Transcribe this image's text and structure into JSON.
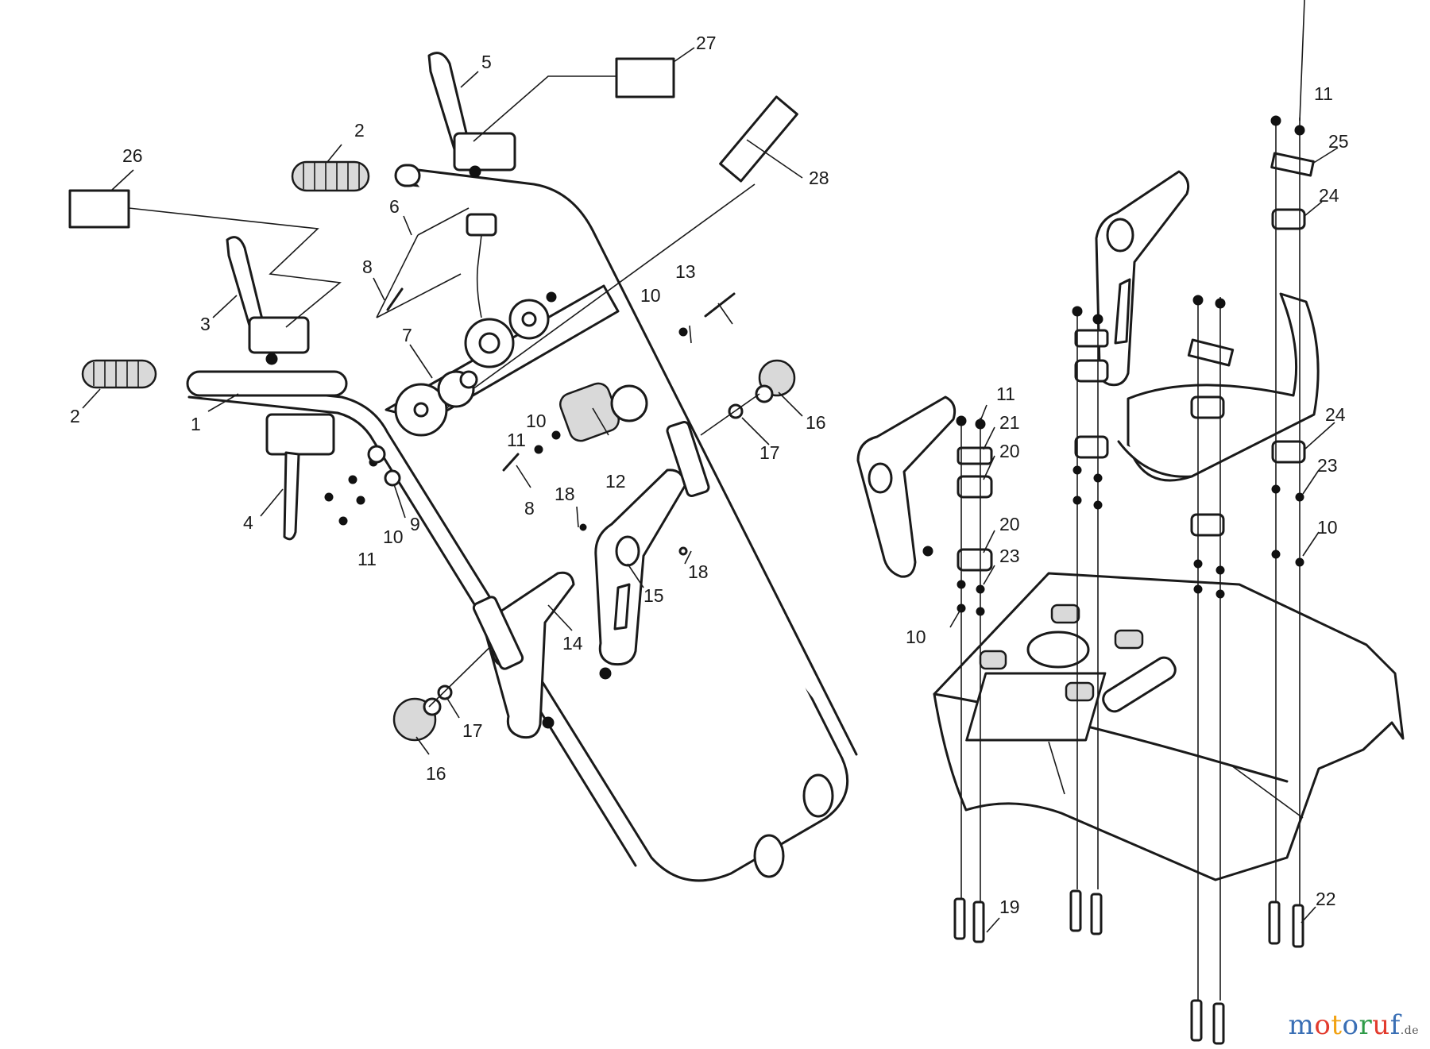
{
  "diagram": {
    "labels": {
      "l1": "1",
      "l2a": "2",
      "l2b": "2",
      "l3": "3",
      "l4": "4",
      "l5": "5",
      "l6": "6",
      "l7": "7",
      "l8a": "8",
      "l8b": "8",
      "l9": "9",
      "l10a": "10",
      "l10b": "10",
      "l10c": "10",
      "l10d": "10",
      "l10e": "10",
      "l11a": "11",
      "l11b": "11",
      "l11c": "11",
      "l11d": "11",
      "l12": "12",
      "l13": "13",
      "l14": "14",
      "l15": "15",
      "l16a": "16",
      "l16b": "16",
      "l17a": "17",
      "l17b": "17",
      "l18a": "18",
      "l18b": "18",
      "l19": "19",
      "l20a": "20",
      "l20b": "20",
      "l21": "21",
      "l22": "22",
      "l23a": "23",
      "l23b": "23",
      "l24a": "24",
      "l24b": "24",
      "l25": "25",
      "l26": "26",
      "l27": "27",
      "l28": "28"
    }
  },
  "watermark": {
    "letters": [
      "m",
      "o",
      "t",
      "o",
      "r",
      "u",
      "f"
    ],
    "suffix": ".de",
    "colors": [
      "#3a6fb5",
      "#e23b2e",
      "#f2a314",
      "#3a6fb5",
      "#2e9b48",
      "#e23b2e",
      "#3a6fb5"
    ]
  }
}
